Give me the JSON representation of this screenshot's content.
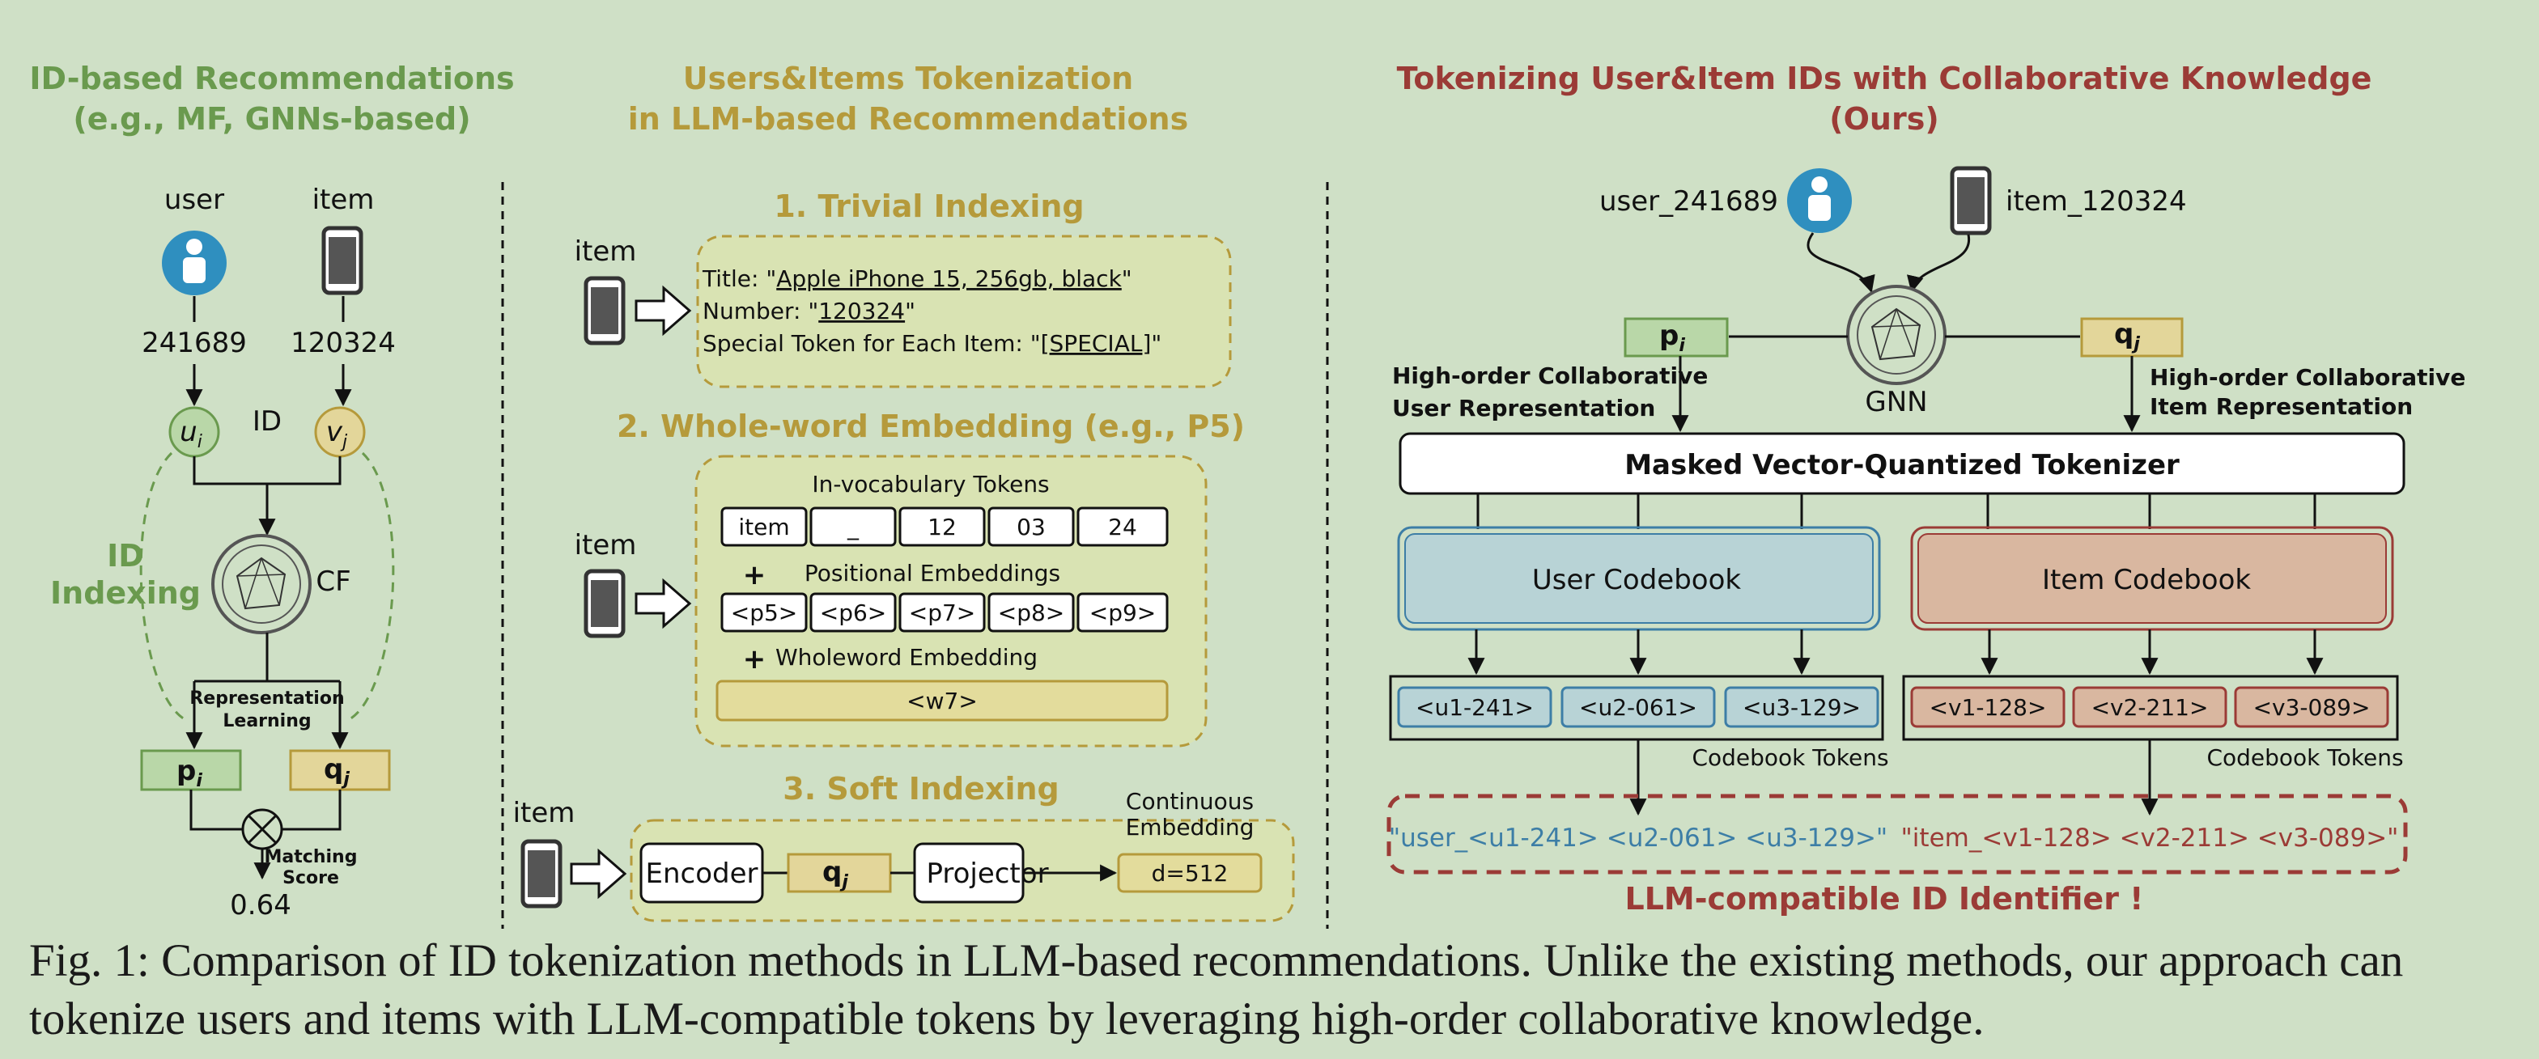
{
  "panels": {
    "left": {
      "title_line1": "ID-based Recommendations",
      "title_line2": "(e.g., MF, GNNs-based)",
      "user_label": "user",
      "item_label": "item",
      "user_id": "241689",
      "item_id": "120324",
      "ui": "u",
      "ui_sub": "i",
      "vj": "v",
      "vj_sub": "j",
      "id_label": "ID",
      "cf_label": "CF",
      "indexing_line1": "ID",
      "indexing_line2": "Indexing",
      "rep_line1": "Representation",
      "rep_line2": "Learning",
      "pi": "p",
      "pi_sub": "i",
      "qj": "q",
      "qj_sub": "j",
      "matching_line1": "Matching",
      "matching_line2": "Score",
      "score": "0.64"
    },
    "middle": {
      "title_line1": "Users&Items Tokenization",
      "title_line2": "in LLM-based Recommendations",
      "trivial": {
        "heading": "1. Trivial Indexing",
        "item_label": "item",
        "title_prefix": "Title: \"",
        "title_value": "Apple iPhone 15, 256gb, black",
        "title_suffix": "\"",
        "number_prefix": "Number: \"",
        "number_value": "120324",
        "number_suffix": "\"",
        "special_prefix": "Special Token for Each Item: \"[",
        "special_value": "SPECIAL",
        "special_suffix": "]\""
      },
      "wholeword": {
        "heading": "2. Whole-word Embedding (e.g., P5)",
        "item_label": "item",
        "vocab_label": "In-vocabulary Tokens",
        "tokens": [
          "item",
          "_",
          "12",
          "03",
          "24"
        ],
        "plus": "+",
        "positional_label": "Positional Embeddings",
        "positions": [
          "<p5>",
          "<p6>",
          "<p7>",
          "<p8>",
          "<p9>"
        ],
        "wholeword_label": "Wholeword Embedding",
        "wholeword_token": "<w7>"
      },
      "soft": {
        "heading": "3. Soft Indexing",
        "item_label": "item",
        "encoder": "Encoder",
        "qj": "q",
        "qj_sub": "j",
        "projector": "Projector",
        "continuous_line1": "Continuous",
        "continuous_line2": "Embedding",
        "dim": "d=512"
      }
    },
    "right": {
      "title_line1": "Tokenizing User&Item IDs with Collaborative Knowledge",
      "title_line2": "(Ours)",
      "user_label": "user_241689",
      "item_label": "item_120324",
      "pi": "p",
      "pi_sub": "i",
      "qj": "q",
      "qj_sub": "j",
      "gnn": "GNN",
      "user_rep_line1": "High-order Collaborative",
      "user_rep_line2": "User Representation",
      "item_rep_line1": "High-order Collaborative",
      "item_rep_line2": "Item Representation",
      "tokenizer": "Masked Vector-Quantized Tokenizer",
      "user_codebook": "User Codebook",
      "item_codebook": "Item Codebook",
      "user_tokens": [
        "<u1-241>",
        "<u2-061>",
        "<u3-129>"
      ],
      "item_tokens": [
        "<v1-128>",
        "<v2-211>",
        "<v3-089>"
      ],
      "codebook_tokens_label": "Codebook Tokens",
      "user_identifier": "\"user_<u1-241> <u2-061> <u3-129>\"",
      "item_identifier": "\"item_<v1-128> <v2-211> <v3-089>\"",
      "llm_label": "LLM-compatible ID Identifier !"
    }
  },
  "caption": "Fig. 1: Comparison of ID tokenization methods in LLM-based recommendations. Unlike the existing methods, our approach can tokenize users and items with LLM-compatible tokens by leveraging high-order collaborative knowledge.",
  "colors": {
    "background": "#cfe0c6",
    "green": "#6a9a4e",
    "gold": "#b59a3b",
    "red": "#9b3b36",
    "user_blue": "#2f8fbf",
    "user_codebook": "#b8d3d6",
    "item_codebook": "#d9b7a0",
    "token_fill": "#e3dc9c"
  }
}
